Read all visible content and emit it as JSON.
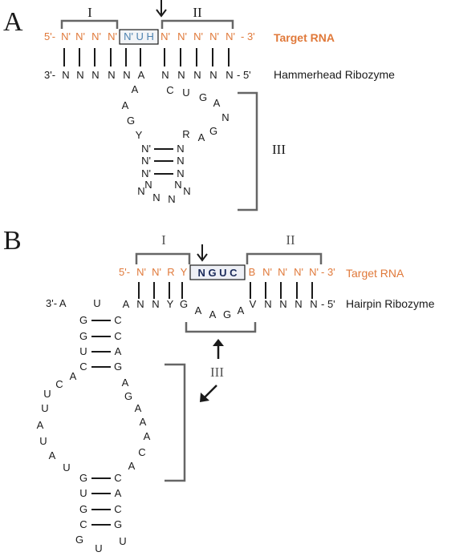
{
  "panelA": {
    "letter": "A",
    "region_I": "I",
    "region_II": "II",
    "region_III": "III",
    "target": {
      "left": "5'-",
      "n1": "N'",
      "n2": "N'",
      "n3": "N'",
      "n4": "N'",
      "box": "N' U H",
      "n5": "N'",
      "n6": "N'",
      "n7": "N'",
      "n8": "N'",
      "n9": "N'",
      "right": "- 3'",
      "label": "Target RNA"
    },
    "ribozyme": {
      "left": "3'-",
      "b1": "N",
      "b2": "N",
      "b3": "N",
      "b4": "N",
      "b5": "N",
      "b6": "A",
      "b7": "N",
      "b8": "N",
      "b9": "N",
      "b10": "N",
      "b11": "N",
      "right": "- 5'",
      "label": "Hammerhead Ribozyme"
    },
    "core": {
      "a1": "A",
      "a2": "A",
      "g1": "G",
      "y1": "Y",
      "c1": "C",
      "u1": "U",
      "g2": "G",
      "a3": "A",
      "n1": "N",
      "g3": "G",
      "a4": "A",
      "r1": "R",
      "s1l": "N'",
      "s1r": "N",
      "s2l": "N'",
      "s2r": "N",
      "s3l": "N'",
      "s3r": "N",
      "s4l": "N",
      "s4r": "N",
      "l1": "N",
      "l2": "N",
      "l3": "N",
      "l4": "N"
    }
  },
  "panelB": {
    "letter": "B",
    "region_I": "I",
    "region_II": "II",
    "region_III": "III",
    "target": {
      "left": "5'-",
      "n1": "N'",
      "n2": "N'",
      "r": "R",
      "y": "Y",
      "box": "N G U C",
      "b": "B",
      "n3": "N'",
      "n4": "N'",
      "n5": "N'",
      "n6": "N'",
      "right": "- 3'",
      "label": "Target RNA"
    },
    "ribozyme": {
      "left": "3'- A",
      "u0": "U",
      "a1": "A",
      "n1": "N",
      "n2": "N",
      "y1": "Y",
      "g1": "G",
      "v1": "V",
      "n3": "N",
      "n4": "N",
      "n5": "N",
      "n6": "N",
      "right": "- 5'",
      "label": "Hairpin Ribozyme"
    },
    "loopA": {
      "a1": "A",
      "a2": "A",
      "g1": "G",
      "a3": "A"
    },
    "helix": {
      "l1": "G",
      "r1": "C",
      "l2": "G",
      "r2": "C",
      "l3": "U",
      "r3": "A",
      "l4": "C",
      "r4": "G",
      "l5": "G",
      "r5": "C",
      "l6": "U",
      "r6": "A",
      "l7": "G",
      "r7": "C",
      "l8": "C",
      "r8": "G"
    },
    "loopB": {
      "leftside": [
        "A",
        "C",
        "U",
        "U",
        "A",
        "U",
        "A",
        "U"
      ],
      "rightside": [
        "A",
        "G",
        "A",
        "A",
        "A",
        "C",
        "A"
      ],
      "bottom": [
        "G",
        "U",
        "U"
      ]
    }
  },
  "colors": {
    "target": "#e0793a",
    "box_a": "#4d82b0",
    "box_b": "#1a2a5a",
    "bracket": "#666666"
  }
}
